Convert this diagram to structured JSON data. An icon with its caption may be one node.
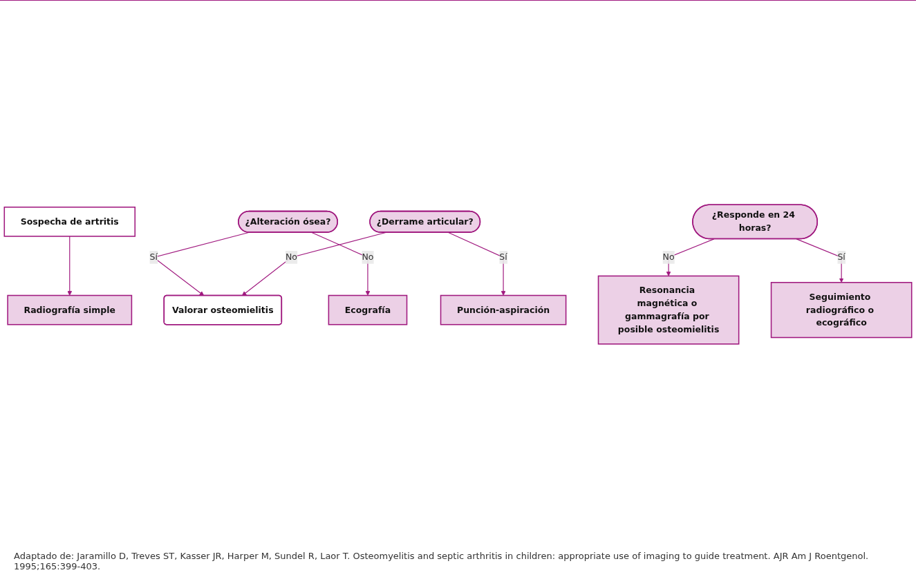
{
  "diagram": {
    "caption": "Adaptado de: Jaramillo D, Treves ST, Kasser JR, Harper M, Sundel R, Laor T. Osteomyelitis and septic arthritis in children: appropriate use of imaging to guide treatment. AJR Am J Roentgenol. 1995;165:399-403.",
    "nodes": [
      {
        "text": [
          "Sospecha de artritis"
        ]
      },
      {
        "text": [
          "Radiografía simple"
        ]
      },
      {
        "text": [
          "¿Alteración ósea?"
        ]
      },
      {
        "text": [
          "Valorar osteomielitis"
        ]
      },
      {
        "text": [
          "Ecografía"
        ]
      },
      {
        "text": [
          "¿Derrame articular?"
        ]
      },
      {
        "text": [
          "Punción-aspiración"
        ]
      },
      {
        "text": [
          "Resonancia magnética o gammagrafía por posible osteomielitis"
        ]
      },
      {
        "text": [
          "¿Responde en 24 horas?"
        ]
      },
      {
        "text": [
          "Seguimiento radiográfico o ecográfico"
        ]
      }
    ],
    "edges": [
      {
        "from": 0,
        "to": 1,
        "arrow": "to"
      },
      {
        "from": 2,
        "to": 3,
        "arrow": "to",
        "label": "Sí"
      },
      {
        "from": 2,
        "to": 4,
        "arrow": "to",
        "label": "No"
      },
      {
        "from": 5,
        "to": 3,
        "arrow": "to",
        "label": "No"
      },
      {
        "from": 5,
        "to": 6,
        "arrow": "to",
        "label": "Sí"
      },
      {
        "from": 8,
        "to": 7,
        "arrow": "to",
        "label": "No"
      },
      {
        "from": 8,
        "to": 9,
        "arrow": "to",
        "label": "Sí"
      }
    ]
  }
}
